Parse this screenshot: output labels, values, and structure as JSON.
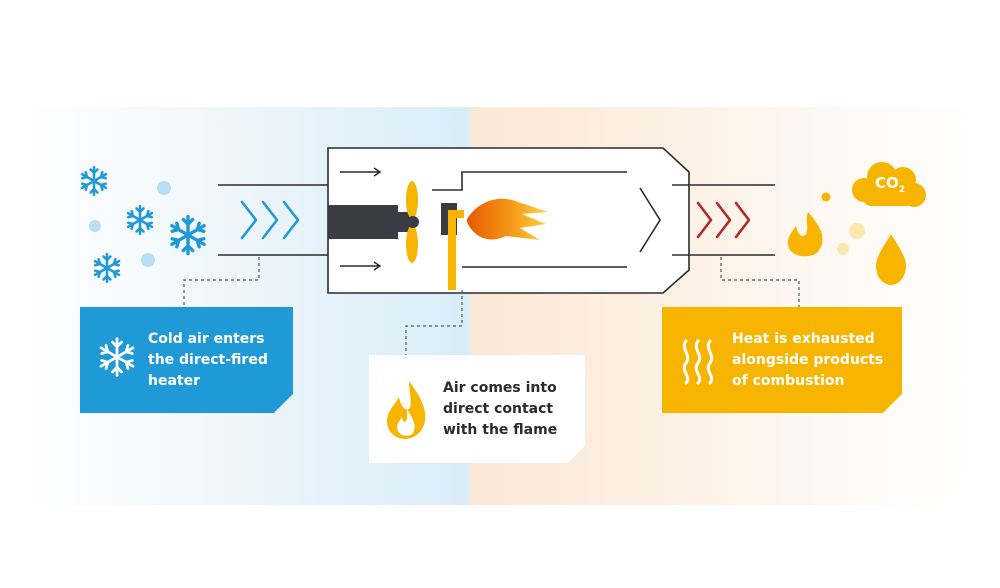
{
  "labels": {
    "cold_air": "Cold air enters\nthe direct-fired\nheater",
    "air_contact": "Air comes into\ndirect contact\nwith the flame",
    "heat_exhausted": "Heat is exhausted\nalongside products\nof combustion"
  },
  "co2": {
    "main": "CO",
    "sub": "2"
  },
  "colors": {
    "cold_blue": "#1f9ad6",
    "heat_yellow": "#f7b500",
    "flame_orange": "#f07d0a",
    "burner_dark": "#3b3b44",
    "exhaust_red": "#b02a2a"
  },
  "icons": [
    "snowflake-icon",
    "flame-icon",
    "heat-waves-icon",
    "co2-cloud-icon",
    "droplet-icon",
    "fan-icon",
    "chevron-right-icon",
    "arrow-right-icon"
  ]
}
